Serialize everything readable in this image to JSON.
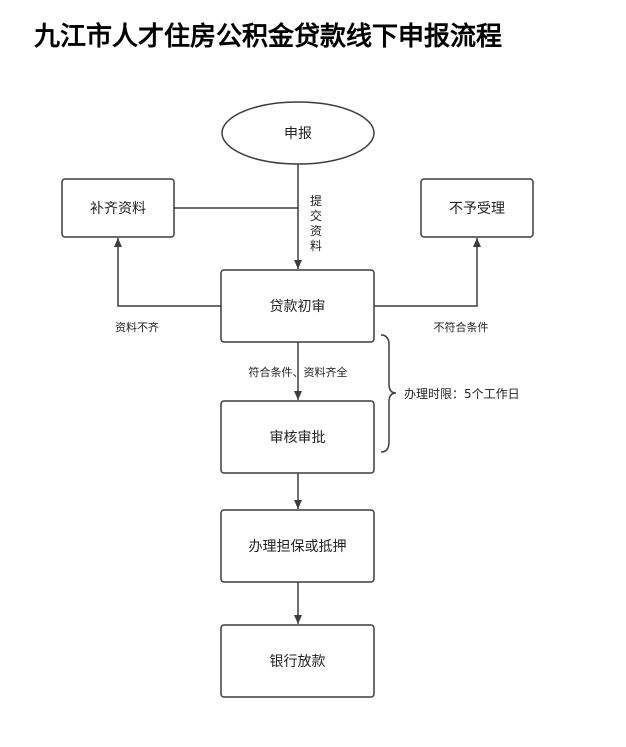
{
  "title": "九江市人才住房公积金贷款线下申报流程",
  "nodes": {
    "apply": "申报",
    "supplement": "补齐资料",
    "reject": "不予受理",
    "initial_review": "贷款初审",
    "approval": "审核审批",
    "guarantee": "办理担保或抵押",
    "loan": "银行放款"
  },
  "edges": {
    "submit_chars": [
      "提",
      "交",
      "资",
      "料"
    ],
    "incomplete": "资料不齐",
    "not_eligible": "不符合条件",
    "eligible": "符合条件、资料齐全"
  },
  "annotations": {
    "time_limit": "办理时限：5个工作日"
  },
  "colors": {
    "stroke": "#3d3d3d",
    "text": "#222222"
  }
}
